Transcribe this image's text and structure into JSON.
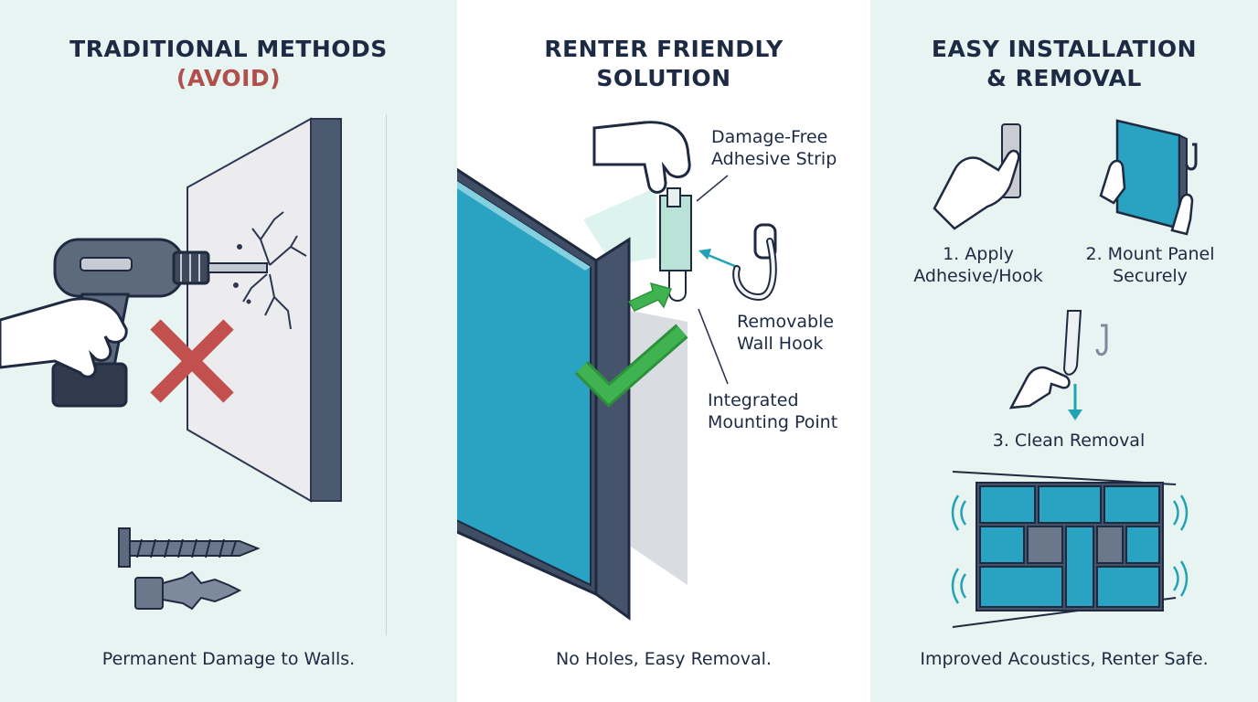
{
  "left": {
    "title_line1": "TRADITIONAL METHODS",
    "title_line2": "(AVOID)",
    "caption": "Permanent Damage to Walls."
  },
  "middle": {
    "title_line1": "RENTER FRIENDLY",
    "title_line2": "SOLUTION",
    "callout_strip_line1": "Damage-Free",
    "callout_strip_line2": "Adhesive Strip",
    "callout_hook_line1": "Removable",
    "callout_hook_line2": "Wall Hook",
    "callout_point_line1": "Integrated",
    "callout_point_line2": "Mounting Point",
    "caption": "No Holes, Easy Removal."
  },
  "right": {
    "title_line1": "EASY INSTALLATION",
    "title_line2": "& REMOVAL",
    "step1_line1": "1. Apply",
    "step1_line2": "Adhesive/Hook",
    "step2_line1": "2. Mount Panel",
    "step2_line2": "Securely",
    "step3": "3. Clean Removal",
    "caption": "Improved Acoustics, Renter Safe."
  },
  "colors": {
    "mint_bg": "#e7f4f1",
    "navy": "#1c2a44",
    "avoid_red": "#b0504c",
    "panel_teal": "#2aa3c3",
    "frame_slate": "#45546a",
    "check_green": "#3fb34f",
    "arrow_teal": "#22a2b5"
  },
  "icons": [
    "drill-icon",
    "wall-crack-icon",
    "red-x-icon",
    "screw-icon",
    "wall-anchor-icon",
    "acoustic-panel-icon",
    "adhesive-strip-icon",
    "wall-hook-icon",
    "green-check-icon",
    "hand-icon",
    "sound-wave-icon"
  ]
}
